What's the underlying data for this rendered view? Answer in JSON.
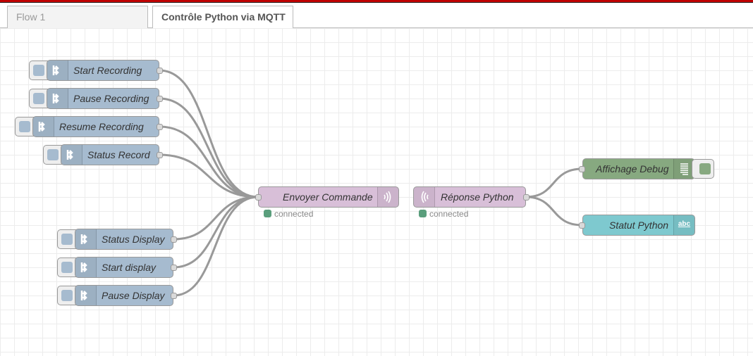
{
  "tabs": [
    {
      "label": "Flow 1",
      "active": false
    },
    {
      "label": "Contrôle Python via MQTT",
      "active": true
    }
  ],
  "nodes": {
    "start_recording": {
      "label": "Start Recording",
      "type": "inject",
      "icon": "inject-arrow-icon"
    },
    "pause_recording": {
      "label": "Pause Recording",
      "type": "inject",
      "icon": "inject-arrow-icon"
    },
    "resume_recording": {
      "label": "Resume Recording",
      "type": "inject",
      "icon": "inject-arrow-icon"
    },
    "status_record": {
      "label": "Status Record",
      "type": "inject",
      "icon": "inject-arrow-icon"
    },
    "status_display": {
      "label": "Status Display",
      "type": "inject",
      "icon": "inject-arrow-icon"
    },
    "start_display": {
      "label": "Start display",
      "type": "inject",
      "icon": "inject-arrow-icon"
    },
    "pause_display": {
      "label": "Pause Display",
      "type": "inject",
      "icon": "inject-arrow-icon"
    },
    "envoyer_commande": {
      "label": "Envoyer Commande",
      "type": "mqtt out",
      "icon": "mqtt-wave-icon",
      "status": "connected",
      "status_color": "#5a9e7c"
    },
    "reponse_python": {
      "label": "Réponse Python",
      "type": "mqtt in",
      "icon": "mqtt-wave-icon",
      "status": "connected",
      "status_color": "#5a9e7c"
    },
    "affichage_debug": {
      "label": "Affichage Debug",
      "type": "debug",
      "icon": "debug-list-icon"
    },
    "statut_python": {
      "label": "Statut Python",
      "type": "ui_text",
      "icon": "abc-text-icon",
      "icon_text": "abc"
    }
  },
  "colors": {
    "inject": "#a6bbcf",
    "mqtt": "#d8bfd8",
    "debug": "#87a980",
    "text": "#7ec9cf",
    "wire": "#999999",
    "header_accent": "#c00000"
  }
}
